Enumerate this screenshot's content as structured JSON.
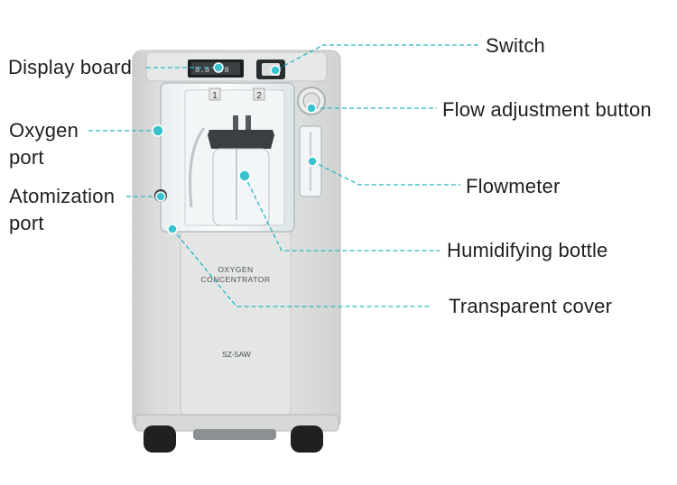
{
  "labels": {
    "display_board": "Display board",
    "switch": "Switch",
    "oxygen_port": "Oxygen\nport",
    "flow_adjustment_button": "Flow adjustment button",
    "atomization_port": "Atomization\nport",
    "flowmeter": "Flowmeter",
    "humidifying_bottle": "Humidifying bottle",
    "transparent_cover": "Transparent cover"
  },
  "device_text": {
    "product_line1": "OXYGEN",
    "product_line2": "CONCENTRATOR",
    "model": "SZ-5AW",
    "compartment_1": "1",
    "compartment_2": "2"
  },
  "colors": {
    "leader_line": "#2bb7c4",
    "marker_fill": "#39c3cf",
    "body": "#e2e4e3",
    "text": "#1f1f1f"
  }
}
